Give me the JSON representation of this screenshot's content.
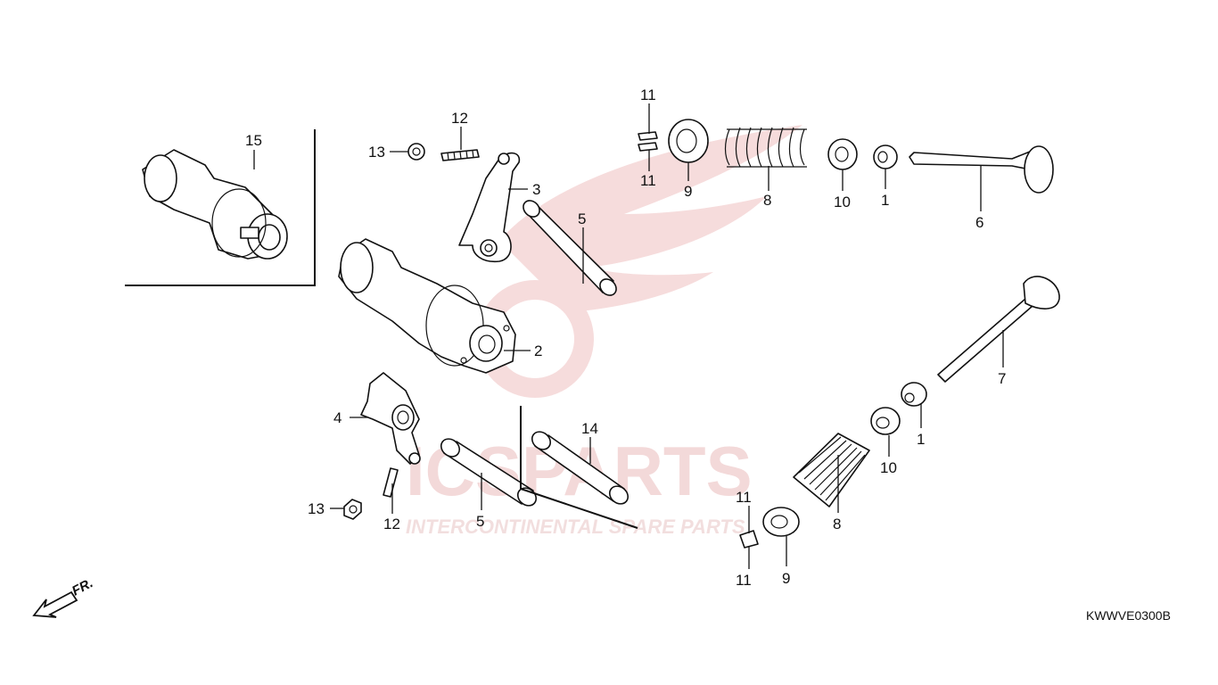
{
  "watermark": {
    "brand": "ICSPARTS",
    "tagline": "INTERCONTINENTAL SPARE PARTS"
  },
  "diagram_code": "KWWVE0300B",
  "direction_label": "FR.",
  "callouts": [
    {
      "id": "c15",
      "text": "15"
    },
    {
      "id": "c13a",
      "text": "13"
    },
    {
      "id": "c12a",
      "text": "12"
    },
    {
      "id": "c3",
      "text": "3"
    },
    {
      "id": "c5a",
      "text": "5"
    },
    {
      "id": "c2",
      "text": "2"
    },
    {
      "id": "c4",
      "text": "4"
    },
    {
      "id": "c14",
      "text": "14"
    },
    {
      "id": "c5b",
      "text": "5"
    },
    {
      "id": "c13b",
      "text": "13"
    },
    {
      "id": "c12b",
      "text": "12"
    },
    {
      "id": "c11a",
      "text": "11"
    },
    {
      "id": "c11b",
      "text": "11"
    },
    {
      "id": "c9a",
      "text": "9"
    },
    {
      "id": "c8a",
      "text": "8"
    },
    {
      "id": "c10a",
      "text": "10"
    },
    {
      "id": "c1a",
      "text": "1"
    },
    {
      "id": "c6",
      "text": "6"
    },
    {
      "id": "c7",
      "text": "7"
    },
    {
      "id": "c1b",
      "text": "1"
    },
    {
      "id": "c10b",
      "text": "10"
    },
    {
      "id": "c8b",
      "text": "8"
    },
    {
      "id": "c11c",
      "text": "11"
    },
    {
      "id": "c11d",
      "text": "11"
    },
    {
      "id": "c9b",
      "text": "9"
    }
  ]
}
